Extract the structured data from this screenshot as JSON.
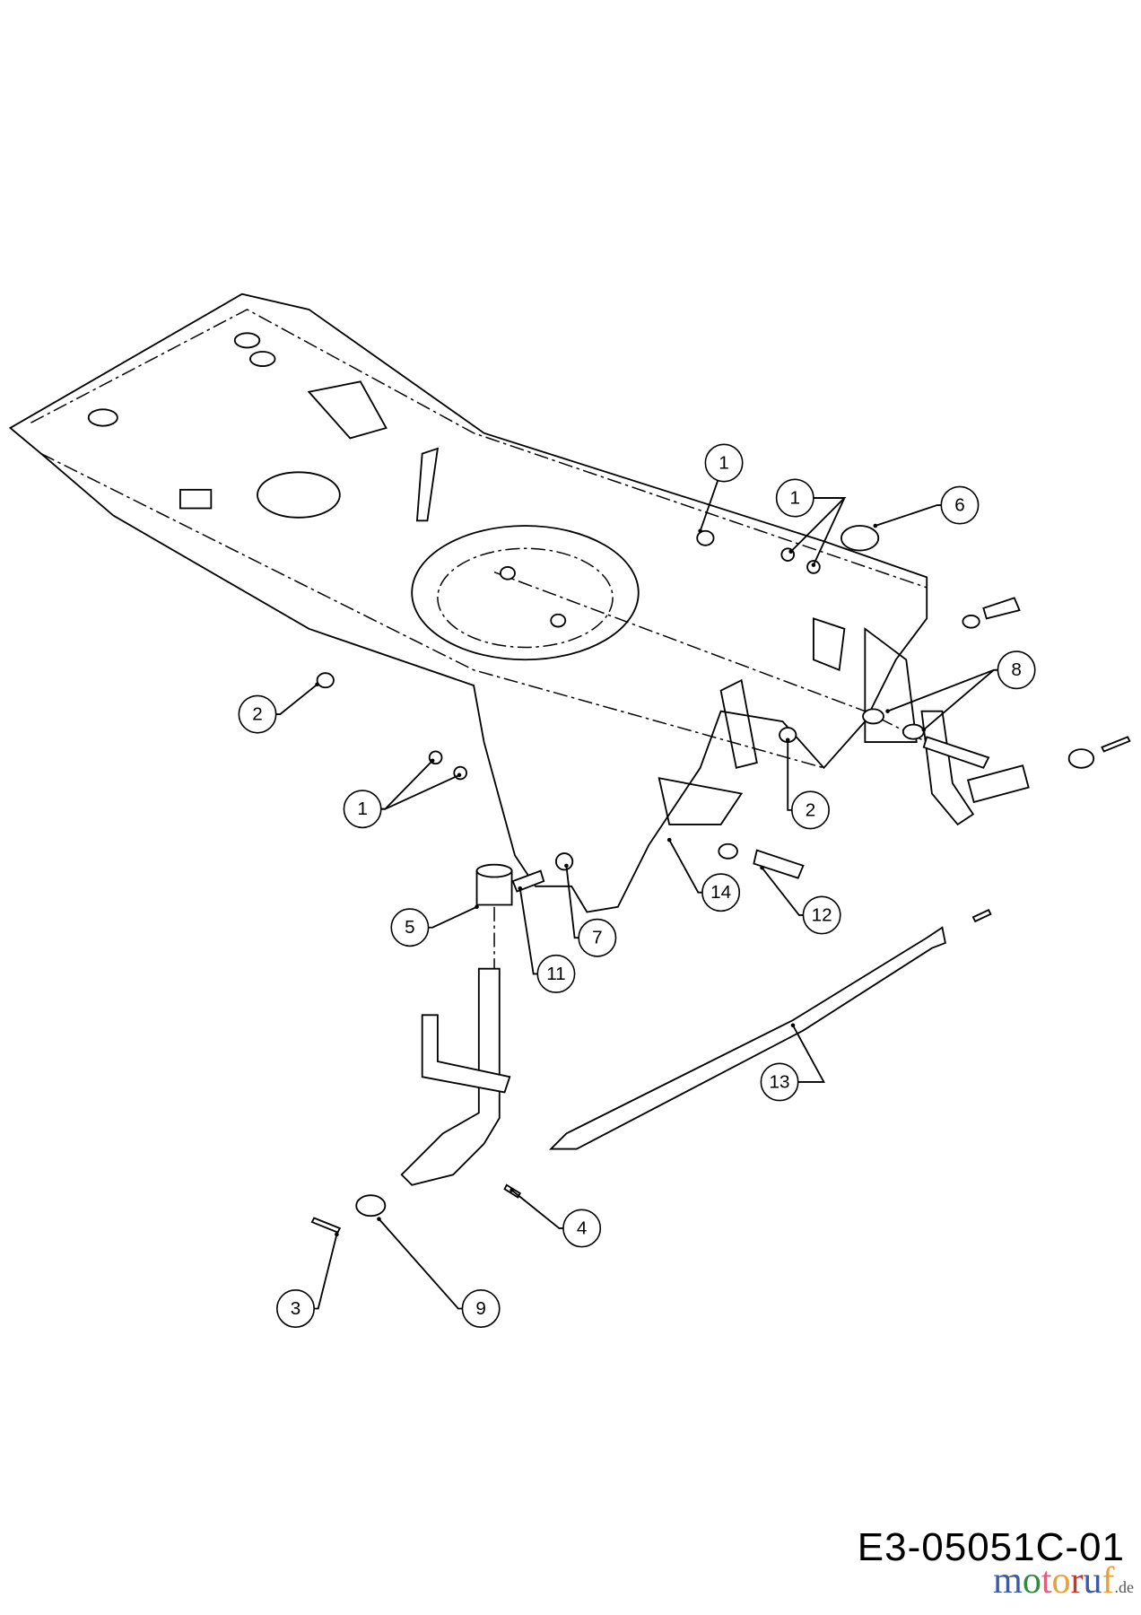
{
  "diagram": {
    "drawing_code": "E3-05051C-01",
    "watermark": {
      "name": "motoruf",
      "suffix": ".de",
      "colors": [
        "#3b5ba9",
        "#2e8b3e",
        "#e0607e",
        "#e8a13a",
        "#c0392b",
        "#3b5ba9",
        "#e8a13a"
      ]
    },
    "callouts": [
      "1",
      "1",
      "6",
      "8",
      "2",
      "2",
      "1",
      "14",
      "12",
      "5",
      "7",
      "11",
      "13",
      "4",
      "3",
      "9"
    ]
  }
}
